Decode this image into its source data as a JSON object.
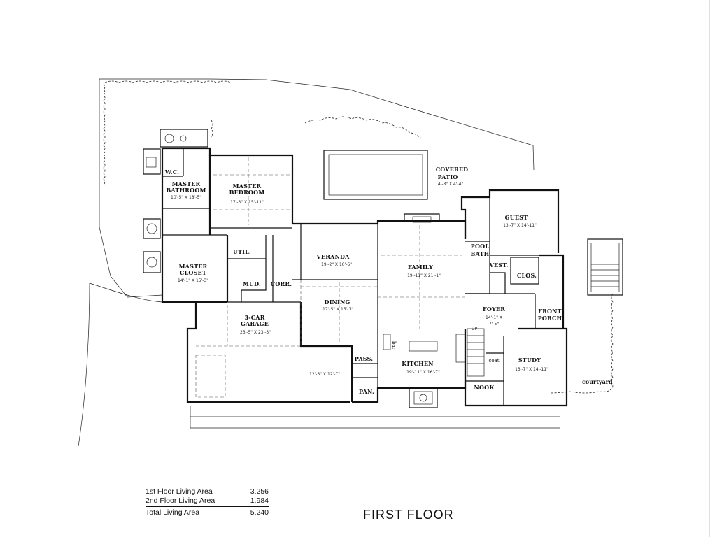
{
  "rooms": {
    "master_bathroom": {
      "label_1": "MASTER",
      "label_2": "BATHROOM",
      "dims": "10'-5\" X 18'-5\""
    },
    "wc": {
      "label": "W.C."
    },
    "master_bedroom": {
      "label_1": "MASTER",
      "label_2": "BEDROOM",
      "dims": "17'-3\" X 15'-11\""
    },
    "master_closet": {
      "label_1": "MASTER",
      "label_2": "CLOSET",
      "dims": "14'-1\" X 15'-3\""
    },
    "util": {
      "label": "UTIL."
    },
    "mud": {
      "label": "MUD."
    },
    "corr": {
      "label": "CORR."
    },
    "veranda": {
      "label": "VERANDA",
      "dims": "19'-2\" X 10'-6\""
    },
    "family": {
      "label": "FAMILY",
      "dims": "19'-11\" X 21'-1\""
    },
    "dining": {
      "label": "DINING",
      "dims": "17'-5\" X 15'-1\""
    },
    "covered_patio": {
      "label_1": "COVERED",
      "label_2": "PATIO",
      "dims": "4'-8\" X 4'-4\""
    },
    "guest": {
      "label": "GUEST",
      "dims": "13'-7\" X 14'-11\""
    },
    "pool_bath": {
      "label_1": "POOL",
      "label_2": "BATH"
    },
    "vest": {
      "label": "VEST."
    },
    "clos": {
      "label": "CLOS."
    },
    "foyer": {
      "label": "FOYER",
      "dims_1": "14'-1\" X",
      "dims_2": "7'-5\""
    },
    "front_porch": {
      "label_1": "FRONT",
      "label_2": "PORCH"
    },
    "garage": {
      "label_1": "3-CAR",
      "label_2": "GARAGE",
      "dims": "23'-5\" X 23'-3\"",
      "dims_2": "12'-3\" X 12'-7\""
    },
    "pass": {
      "label": "PASS."
    },
    "pan": {
      "label": "PAN."
    },
    "bar": {
      "label": "bar"
    },
    "kitchen": {
      "label": "KITCHEN",
      "dims": "19'-11\" X 16'-7\""
    },
    "study": {
      "label": "STUDY",
      "dims": "13'-7\" X 14'-11\""
    },
    "coat": {
      "label": "coat"
    },
    "nook": {
      "label": "NOOK"
    },
    "stair": {
      "label": "UP"
    }
  },
  "site": {
    "courtyard": "courtyard"
  },
  "area_table": [
    {
      "label": "1st Floor Living Area",
      "value": "3,256"
    },
    {
      "label": "2nd Floor Living Area",
      "value": "1,984"
    },
    {
      "label": "Total Living Area",
      "value": "5,240"
    }
  ],
  "title": "FIRST FLOOR"
}
